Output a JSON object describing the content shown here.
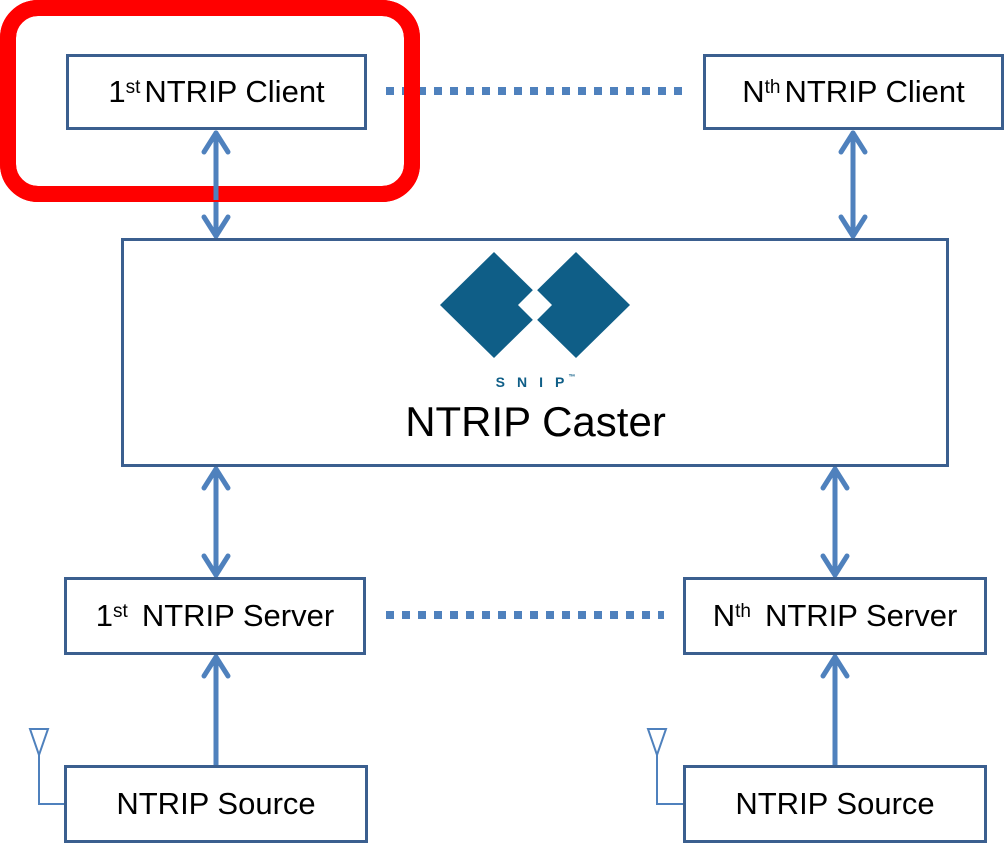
{
  "colors": {
    "box_border": "#3b5f8f",
    "arrow": "#4f81bd",
    "highlight": "#ff0000",
    "logo": "#0f5e87"
  },
  "clients": [
    {
      "ordinal": "1",
      "suffix": "st",
      "label": "NTRIP Client"
    },
    {
      "ordinal": "N",
      "suffix": "th",
      "label": "NTRIP Client"
    }
  ],
  "caster": {
    "logo_text": "SNIP",
    "logo_tm": "™",
    "label": "NTRIP Caster"
  },
  "servers": [
    {
      "ordinal": "1",
      "suffix": "st",
      "label": "NTRIP Server"
    },
    {
      "ordinal": "N",
      "suffix": "th",
      "label": "NTRIP Server"
    }
  ],
  "sources": [
    {
      "label": "NTRIP Source"
    },
    {
      "label": "NTRIP Source"
    }
  ],
  "highlight": {
    "target": "1st NTRIP Client"
  }
}
